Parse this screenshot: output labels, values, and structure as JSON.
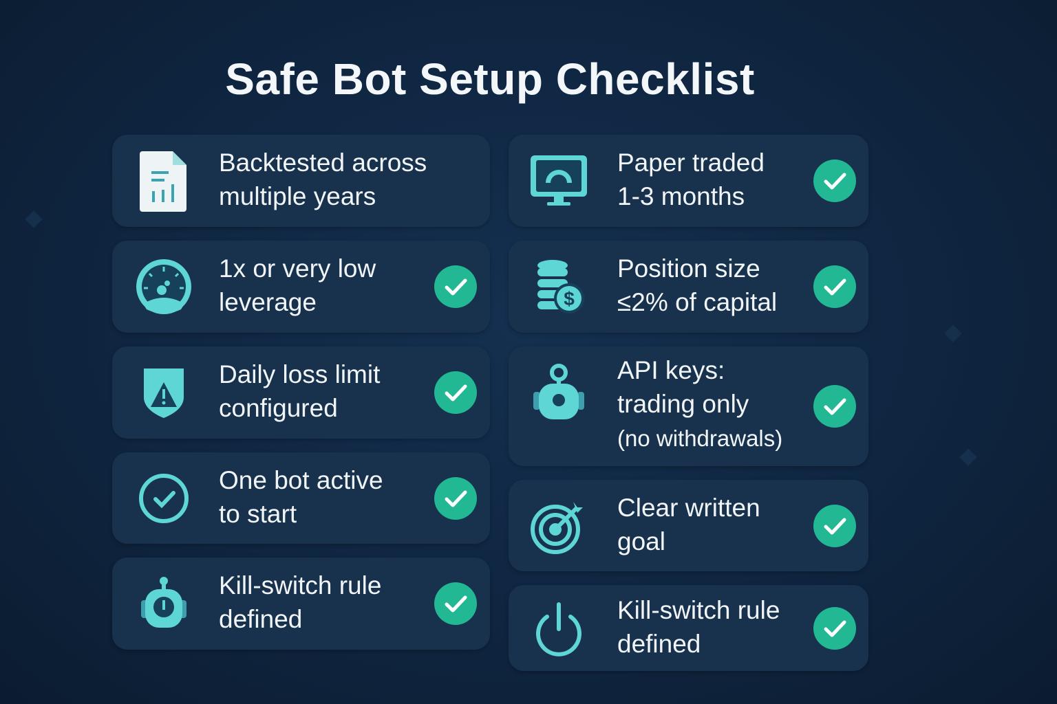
{
  "title": "Safe Bot Setup Checklist",
  "colors": {
    "background": "#0f2540",
    "card": "#18324d",
    "accent": "#5fd6d6",
    "check": "#22b894"
  },
  "left_column": [
    {
      "icon": "document-chart-icon",
      "lines": [
        "Backtested across",
        "multiple years"
      ],
      "checked": false
    },
    {
      "icon": "speedometer-icon",
      "lines": [
        "1x or very low",
        "leverage"
      ],
      "checked": true
    },
    {
      "icon": "shield-warning-icon",
      "lines": [
        "Daily loss limit",
        "configured"
      ],
      "checked": true
    },
    {
      "icon": "check-circle-icon",
      "lines": [
        "One bot active",
        "to start"
      ],
      "checked": true
    },
    {
      "icon": "stopwatch-icon",
      "lines": [
        "Kill-switch rule",
        "defined"
      ],
      "checked": true
    }
  ],
  "right_column": [
    {
      "icon": "monitor-gauge-icon",
      "lines": [
        "Paper traded",
        "1-3 months"
      ],
      "checked": true
    },
    {
      "icon": "coins-dollar-icon",
      "lines": [
        "Position size",
        "≤2% of capital"
      ],
      "checked": true
    },
    {
      "icon": "robot-key-icon",
      "lines": [
        "API keys:",
        "trading only"
      ],
      "note": "(no withdrawals)",
      "checked": true
    },
    {
      "icon": "target-icon",
      "lines": [
        "Clear written",
        "goal"
      ],
      "checked": true
    },
    {
      "icon": "power-icon",
      "lines": [
        "Kill-switch rule",
        "defined"
      ],
      "checked": true
    }
  ]
}
